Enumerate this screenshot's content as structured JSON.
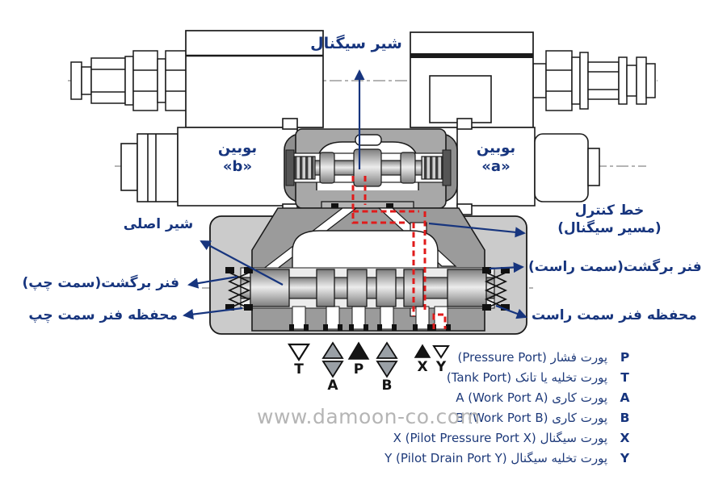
{
  "colors": {
    "annotation": "#17357e",
    "control_path_red": "#e01b1b",
    "body_gray": "#9b9b9b",
    "casing_gray": "#cbcbcb",
    "watermark_gray": "#b5b5b5"
  },
  "annotations": {
    "signal_valve": "شیر سیگنال",
    "coil_b": {
      "line1": "بوبین",
      "line2": "«b»"
    },
    "coil_a": {
      "line1": "بوبین",
      "line2": "«a»"
    },
    "control_line": {
      "line1": "خط کنترل",
      "line2": "(مسیر سیگنال)"
    },
    "return_spring_right": "فنر برگشت(سمت راست)",
    "spring_chamber_right": "محفظه فنر سمت راست",
    "main_valve": "شیر اصلی",
    "return_spring_left": "فنر برگشت(سمت چپ)",
    "spring_chamber_left": "محفظه فنر سمت چپ"
  },
  "ports": {
    "t": "T",
    "a": "A",
    "p": "P",
    "b": "B",
    "x": "X",
    "y": "Y"
  },
  "legend": {
    "rows": [
      {
        "text": "پورت فشار (Pressure Port)",
        "letter": "P"
      },
      {
        "text": "پورت تخلیه یا تانک (Tank Port)",
        "letter": "T"
      },
      {
        "text": "پورت کاری A (Work Port A)",
        "letter": "A"
      },
      {
        "text": "پورت کاری B (Work Port B)",
        "letter": "B"
      },
      {
        "text": "پورت سیگنال X (Pilot Pressure Port X)",
        "letter": "X"
      },
      {
        "text": "پورت تخلیه سیگنال Y (Pilot Drain Port Y)",
        "letter": "Y"
      }
    ]
  },
  "watermark": "www.damoon-co.com"
}
